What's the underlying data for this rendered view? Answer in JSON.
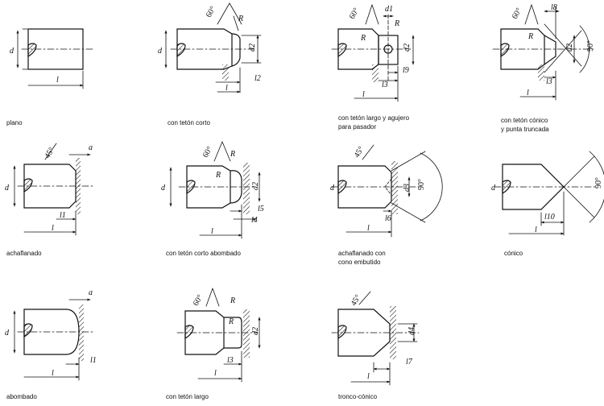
{
  "captions": {
    "plano": "plano",
    "con_teton_corto": "con tetón corto",
    "con_teton_largo_agujero": [
      "con tetón largo y agujero",
      "para pasador"
    ],
    "con_teton_conico": [
      "con tetón cónico",
      "y punta truncada"
    ],
    "achaflanado": "achaflanado",
    "con_teton_corto_abombado": "con tetón corto abombado",
    "achaflanado_cono": [
      "achaflanado con",
      "cono embutido"
    ],
    "conico": "cónico",
    "abombado": "abombado",
    "con_teton_largo": "con tetón largo",
    "tronco_conico": "tronco-cónico"
  },
  "labels": {
    "d": "d",
    "d1": "d1",
    "d2": "d2",
    "d3": "d3",
    "d4": "d4",
    "l": "l",
    "l1": "l1",
    "l2": "l2",
    "l3": "l3",
    "l4": "l4",
    "l5": "l5",
    "l6": "l6",
    "l7": "l7",
    "l8": "l8",
    "l9": "l9",
    "l10": "l10",
    "R": "R",
    "a": "a",
    "ang60": "60°",
    "ang45": "45°",
    "ang90": "90°"
  }
}
